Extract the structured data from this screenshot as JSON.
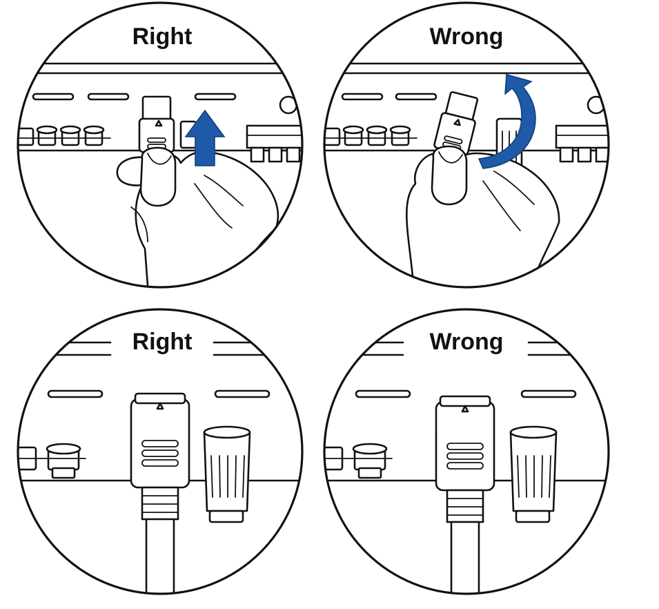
{
  "panels": [
    {
      "label": "Right"
    },
    {
      "label": "Wrong"
    },
    {
      "label": "Right"
    },
    {
      "label": "Wrong"
    }
  ],
  "arrow_color": "#1e5aa8"
}
